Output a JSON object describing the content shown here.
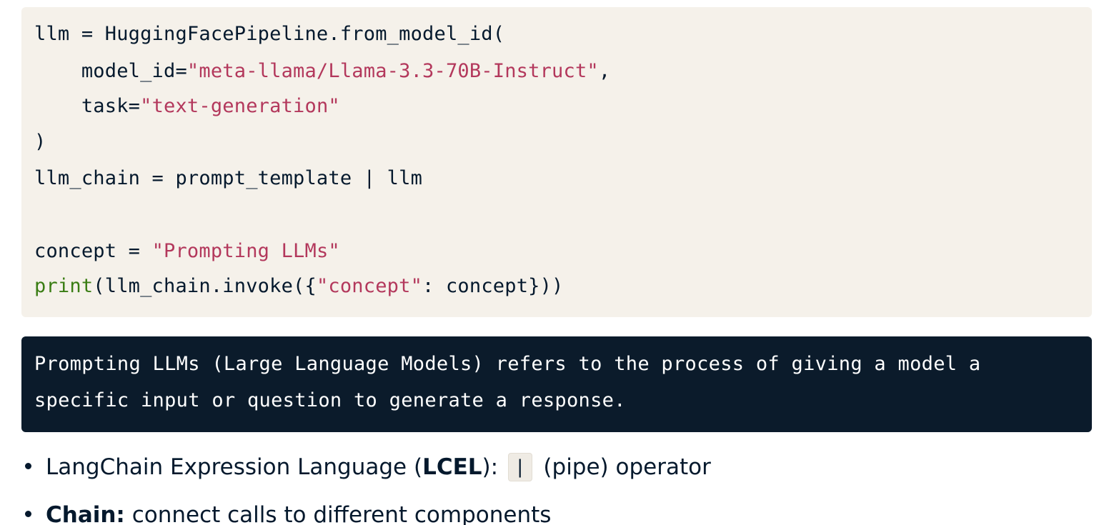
{
  "code": {
    "line1": "llm = HuggingFacePipeline.from_model_id(",
    "line2_pre": "    model_id=",
    "line2_str": "\"meta-llama/Llama-3.3-70B-Instruct\"",
    "line2_post": ",",
    "line3_pre": "    task=",
    "line3_str": "\"text-generation\"",
    "line4": ")",
    "line5": "llm_chain = prompt_template | llm",
    "line7_pre": "concept = ",
    "line7_str": "\"Prompting LLMs\"",
    "line8_fn": "print",
    "line8_a": "(llm_chain.invoke({",
    "line8_str": "\"concept\"",
    "line8_b": ": concept}))"
  },
  "output": {
    "line1": "Prompting LLMs (Large Language Models) refers to the process of giving a model a",
    "line2": "specific input or question to generate a response."
  },
  "bullets": {
    "item1_pre": "LangChain Expression Language (",
    "item1_bold": "LCEL",
    "item1_mid": "): ",
    "item1_code": "|",
    "item1_post": " (pipe) operator",
    "item2_bold": "Chain:",
    "item2_post": " connect calls to different components"
  }
}
